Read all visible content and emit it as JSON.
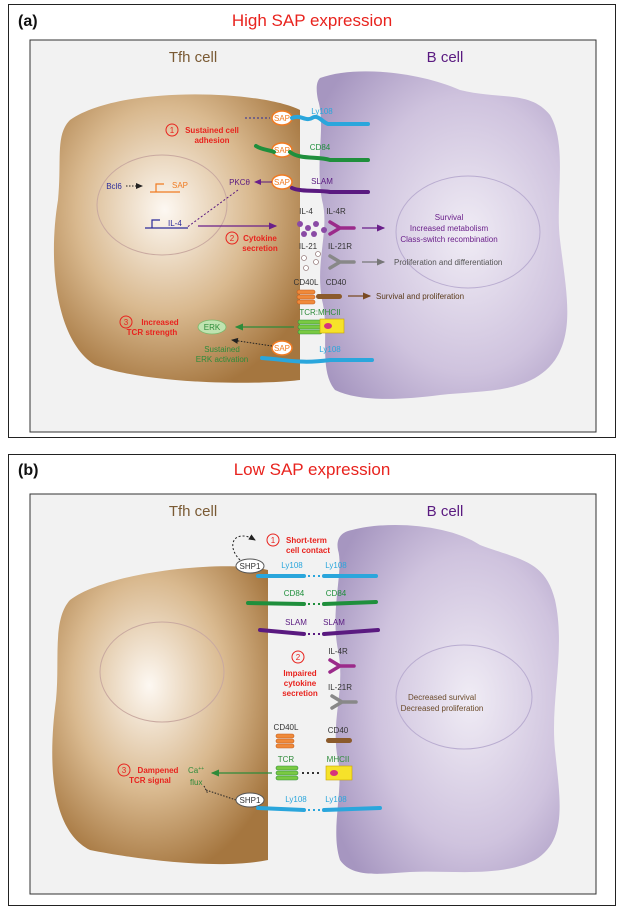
{
  "panel_a": {
    "letter": "(a)",
    "title": "High SAP expression",
    "tfh_label": "Tfh cell",
    "b_label": "B cell",
    "sap": "SAP",
    "ly108": "Ly108",
    "cd84": "CD84",
    "slam": "SLAM",
    "bcl6": "Bcl6",
    "sap_gene": "SAP",
    "il4_gene": "IL-4",
    "pkc": "PKCθ",
    "num1": "1",
    "adhesion1": "Sustained cell",
    "adhesion2": "adhesion",
    "num2": "2",
    "cytokine1": "Cytokine",
    "cytokine2": "secretion",
    "il4": "IL-4",
    "il4r": "IL-4R",
    "il21": "IL-21",
    "il21r": "IL-21R",
    "cd40l": "CD40L",
    "cd40": "CD40",
    "tcr_mhc": "TCR:MHCII",
    "erk": "ERK",
    "num3": "3",
    "tcr1": "Increased",
    "tcr2": "TCR strength",
    "erk1": "Sustained",
    "erk2": "ERK activation",
    "out1a": "Survival",
    "out1b": "Increased metabolism",
    "out1c": "Class-switch recombination",
    "out2": "Proliferation and differentiation",
    "out3": "Survival and proliferation"
  },
  "panel_b": {
    "letter": "(b)",
    "title": "Low SAP expression",
    "tfh_label": "Tfh cell",
    "b_label": "B cell",
    "num1": "1",
    "short1": "Short-term",
    "short2": "cell contact",
    "shp1_top": "SHP1",
    "ly108_l": "Ly108",
    "ly108_r": "Ly108",
    "cd84_l": "CD84",
    "cd84_r": "CD84",
    "slam_l": "SLAM",
    "slam_r": "SLAM",
    "num2": "2",
    "impaired1": "Impaired",
    "impaired2": "cytokine",
    "impaired3": "secretion",
    "il4r": "IL-4R",
    "il21r": "IL-21R",
    "dec1": "Decreased survival",
    "dec2": "Decreased proliferation",
    "cd40l": "CD40L",
    "cd40": "CD40",
    "tcr": "TCR",
    "mhc": "MHCII",
    "num3": "3",
    "damp1": "Dampened",
    "damp2": "TCR signal",
    "ca": "Ca",
    "ca_sup": "++",
    "flux": "flux",
    "shp1_bot": "SHP1",
    "ly108b_l": "Ly108",
    "ly108b_r": "Ly108"
  },
  "colors": {
    "red": "#e8231e",
    "tfh": "#b98a5c",
    "bcell": "#a996c2",
    "ly108": "#2aa6dc",
    "cd84": "#1f8f3c",
    "slam": "#5a1a80",
    "orange": "#f07b22",
    "navy": "#2a2a9a",
    "green": "#2e8b3a",
    "gray": "#888888",
    "brown": "#8b5a2b",
    "yellow": "#f6e22a",
    "pink": "#d6327c"
  }
}
